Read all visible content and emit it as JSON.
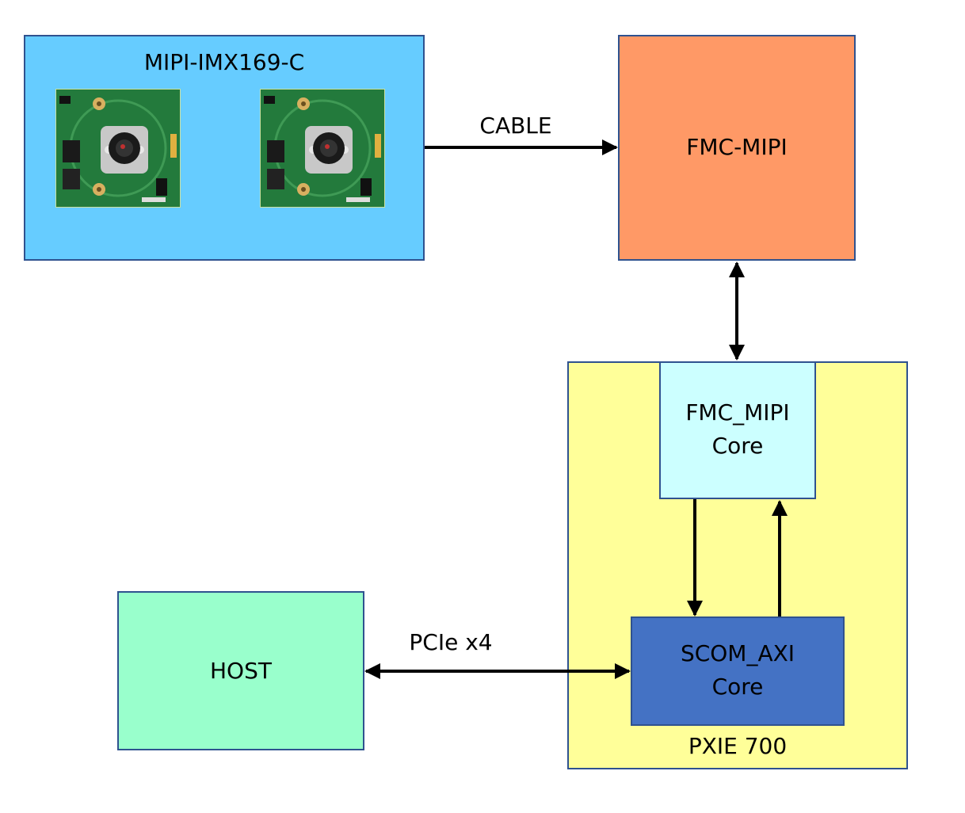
{
  "diagram": {
    "blocks": {
      "camera_module": {
        "label": "MIPI-IMX169-C",
        "color": "#66ccff"
      },
      "fmc_mipi": {
        "label": "FMC-MIPI",
        "color": "#ff9966"
      },
      "pxie": {
        "label": "PXIE 700",
        "color": "#ffff99"
      },
      "fmc_mipi_core": {
        "line1": "FMC_MIPI",
        "line2": "Core",
        "color": "#ccffff"
      },
      "scom_axi_core": {
        "line1": "SCOM_AXI",
        "line2": "Core",
        "color": "#4472c4"
      },
      "host": {
        "label": "HOST",
        "color": "#99ffcc"
      }
    },
    "connections": {
      "cable": {
        "label": "CABLE",
        "direction": "camera-to-fmc"
      },
      "fmc_to_core": {
        "direction": "bidirectional"
      },
      "core_down": {
        "direction": "fmc-core-to-scom"
      },
      "core_up": {
        "direction": "scom-to-fmc-core"
      },
      "pcie": {
        "label": "PCIe x4",
        "direction": "bidirectional"
      }
    },
    "camera_icons": [
      "camera-board-icon",
      "camera-board-icon"
    ]
  }
}
